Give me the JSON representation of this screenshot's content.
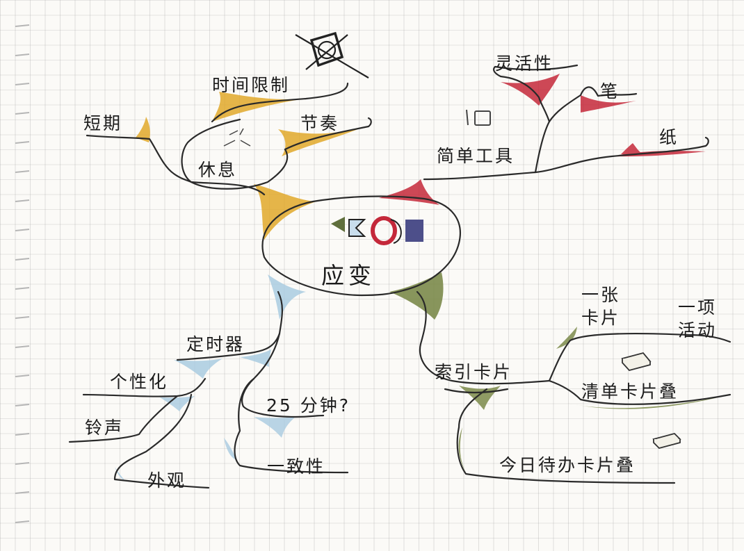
{
  "center": {
    "label": "应变"
  },
  "branches": {
    "rest": {
      "label": "休息",
      "children": {
        "short": "短期",
        "time_limit": "时间限制",
        "rhythm": "节奏"
      }
    },
    "simple_tools": {
      "label": "简单工具",
      "children": {
        "flexibility": "灵活性",
        "pen": "笔",
        "paper": "纸"
      }
    },
    "timer": {
      "label": "定时器",
      "children": {
        "personalize": "个性化",
        "ringtone": "铃声",
        "appearance": "外观",
        "minutes": "25 分钟?",
        "consistency": "一致性"
      }
    },
    "index_cards": {
      "label": "索引卡片",
      "children": {
        "one_card_line1": "一张",
        "one_card_line2": "卡片",
        "one_activity_line1": "一项",
        "one_activity_line2": "活动",
        "checklist_stack": "清单卡片叠",
        "today_stack": "今日待办卡片叠"
      }
    }
  },
  "colors": {
    "rest": "#e0a82a",
    "tools": "#c4283a",
    "timer": "#a9cbe0",
    "cards": "#7b8a4a",
    "ink": "#2a2a2a"
  },
  "icons": [
    "clock-icon",
    "pen-paper-icon",
    "card-stack-icon",
    "flow-icon"
  ]
}
